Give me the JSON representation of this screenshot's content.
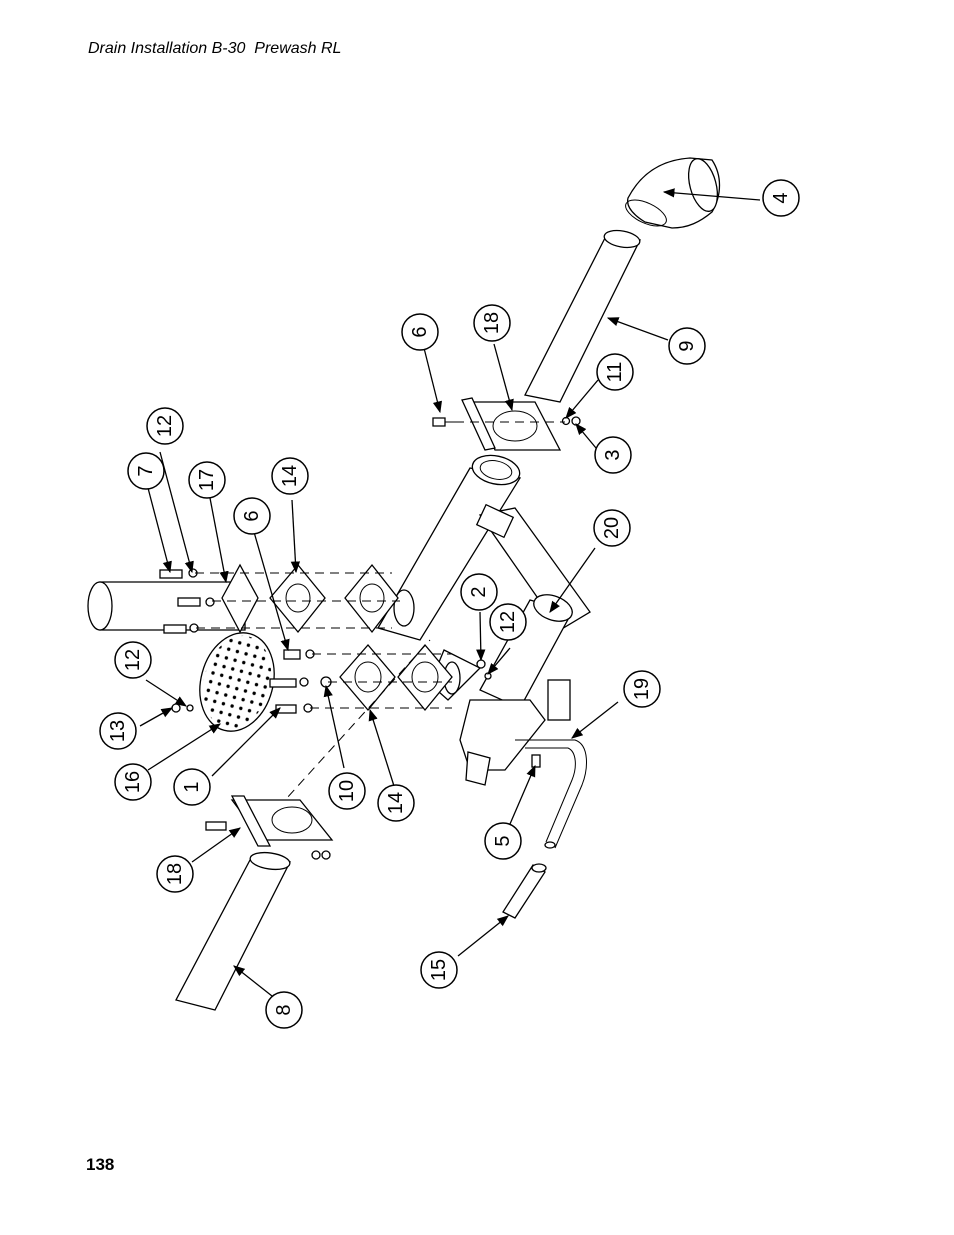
{
  "header": {
    "title": "Drain Installation B-30  Prewash RL"
  },
  "footer": {
    "page_number": "138"
  },
  "callouts": [
    {
      "label": "4"
    },
    {
      "label": "9"
    },
    {
      "label": "6"
    },
    {
      "label": "18"
    },
    {
      "label": "11"
    },
    {
      "label": "3"
    },
    {
      "label": "12"
    },
    {
      "label": "7"
    },
    {
      "label": "17"
    },
    {
      "label": "14"
    },
    {
      "label": "6"
    },
    {
      "label": "20"
    },
    {
      "label": "2"
    },
    {
      "label": "12"
    },
    {
      "label": "12"
    },
    {
      "label": "13"
    },
    {
      "label": "16"
    },
    {
      "label": "1"
    },
    {
      "label": "10"
    },
    {
      "label": "14"
    },
    {
      "label": "19"
    },
    {
      "label": "5"
    },
    {
      "label": "18"
    },
    {
      "label": "15"
    },
    {
      "label": "8"
    }
  ]
}
